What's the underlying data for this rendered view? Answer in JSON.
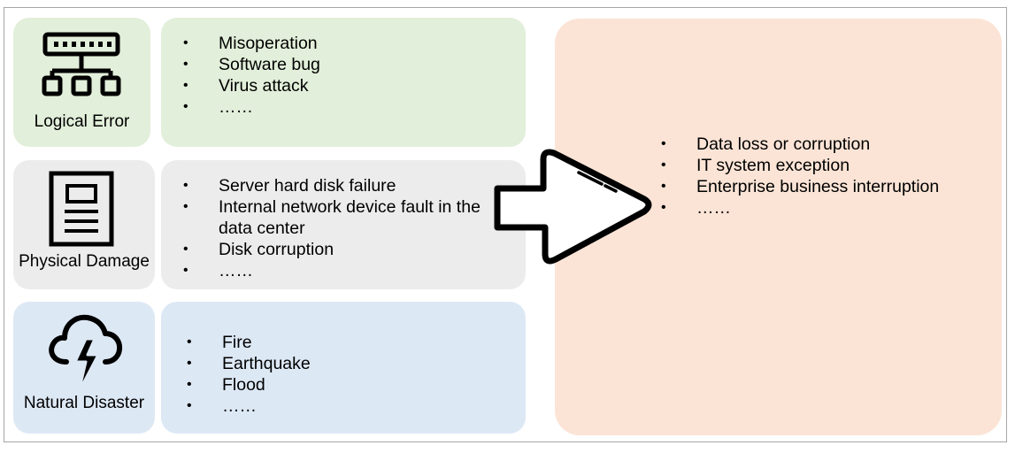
{
  "colors": {
    "logical": "#e2efda",
    "physical": "#ececec",
    "natural": "#dde8f5",
    "result": "#fbe4d6",
    "frame": "#a6a6a6"
  },
  "categories": [
    {
      "label": "Logical Error",
      "icon": "network-server-icon",
      "items": [
        "Misoperation",
        "Software bug",
        "Virus attack",
        "……"
      ]
    },
    {
      "label": "Physical Damage",
      "icon": "document-page-icon",
      "items": [
        "Server hard disk failure",
        "Internal network device fault in the",
        "data center",
        "Disk corruption",
        "……"
      ]
    },
    {
      "label": "Natural Disaster",
      "icon": "storm-cloud-icon",
      "items": [
        "Fire",
        "Earthquake",
        "Flood",
        "……"
      ]
    }
  ],
  "consequences": {
    "items": [
      "Data loss or corruption",
      "IT system exception",
      "Enterprise business interruption",
      "……"
    ]
  },
  "arrow_icon": "right-arrow-icon"
}
